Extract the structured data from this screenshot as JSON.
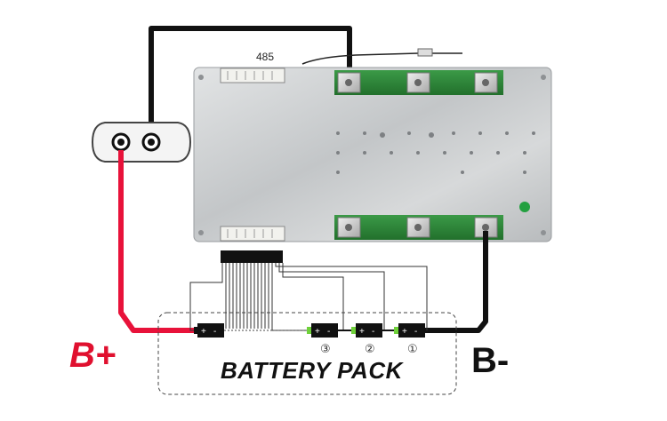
{
  "labels": {
    "comm_port": "485",
    "positive_terminal": "B+",
    "negative_terminal": "B-",
    "pack_title": "BATTERY PACK"
  },
  "cells": [
    {
      "index_label": "③"
    },
    {
      "index_label": "②"
    },
    {
      "index_label": "①"
    }
  ],
  "colors": {
    "positive_wire": "#e8123a",
    "negative_wire": "#111111",
    "pcb_green": "#2f8a3a",
    "aluminum_plate": "#c9cbcd"
  },
  "icons": {
    "cell_battery": "battery-icon",
    "connector": "socket-icon"
  }
}
